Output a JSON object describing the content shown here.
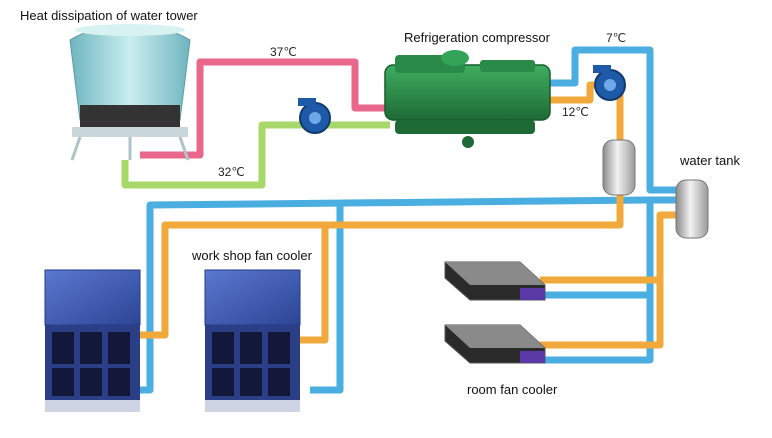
{
  "labels": {
    "water_tower": "Heat dissipation of water tower",
    "compressor": "Refrigeration compressor",
    "water_tank": "water tank",
    "workshop_fan_cooler": "work shop fan cooler",
    "room_fan_cooler": "room fan cooler"
  },
  "temperatures": {
    "hot_return": "37℃",
    "cool_supply": "32℃",
    "chilled_supply": "7℃",
    "chilled_return": "12℃"
  },
  "colors": {
    "hot_pipe": "#e8678a",
    "cooling_pipe": "#a8d86a",
    "chilled_supply_pipe": "#4aaee0",
    "chilled_return_pipe": "#f2a93b",
    "compressor": "#2e8b4a",
    "tower": "#9fd7d7",
    "cooler_body": "#3a56b0"
  },
  "icons": [
    "water-tower-icon",
    "pump-icon",
    "compressor-icon",
    "tank-icon",
    "fan-cooler-icon"
  ]
}
